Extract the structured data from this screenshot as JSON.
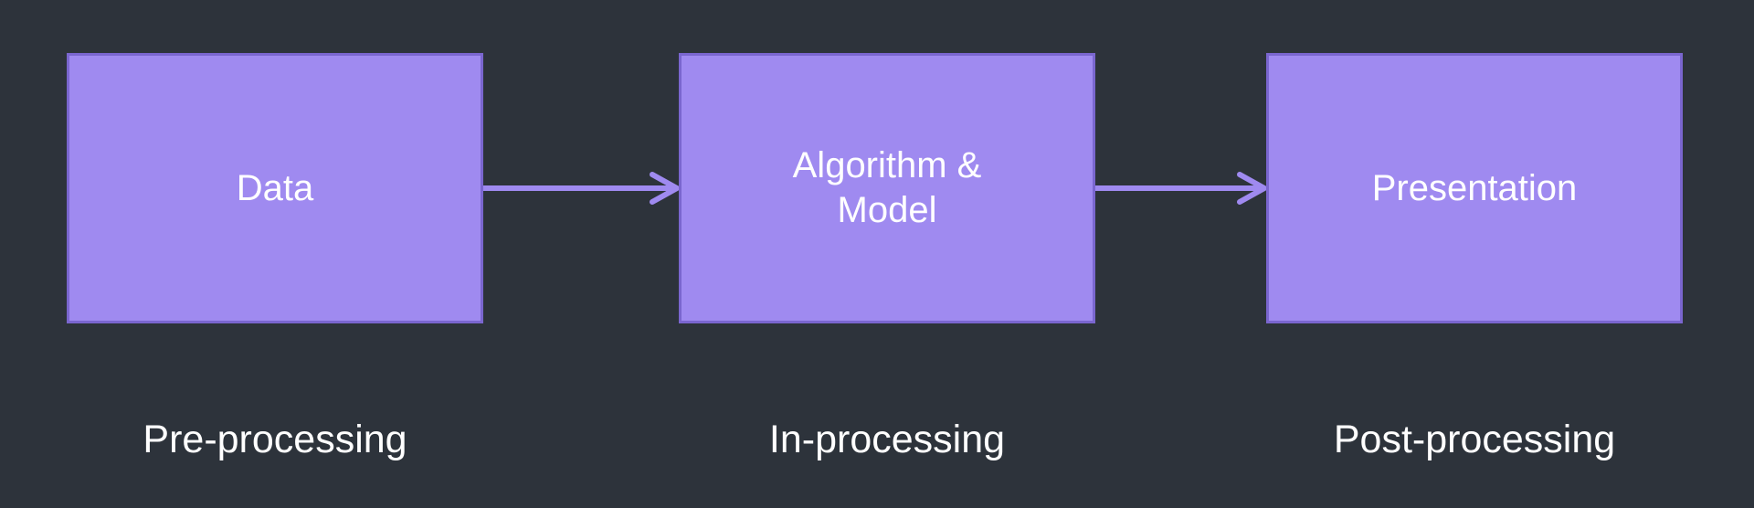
{
  "colors": {
    "background": "#2d333b",
    "box_fill": "#9f8af0",
    "box_border": "#7a66cf",
    "arrow": "#9f8af0",
    "text": "#ffffff"
  },
  "nodes": [
    {
      "label": "Data"
    },
    {
      "label": "Algorithm & Model"
    },
    {
      "label": "Presentation"
    }
  ],
  "stages": [
    {
      "label": "Pre-processing"
    },
    {
      "label": "In-processing"
    },
    {
      "label": "Post-processing"
    }
  ],
  "edges": [
    {
      "from": "Data",
      "to": "Algorithm & Model"
    },
    {
      "from": "Algorithm & Model",
      "to": "Presentation"
    }
  ]
}
